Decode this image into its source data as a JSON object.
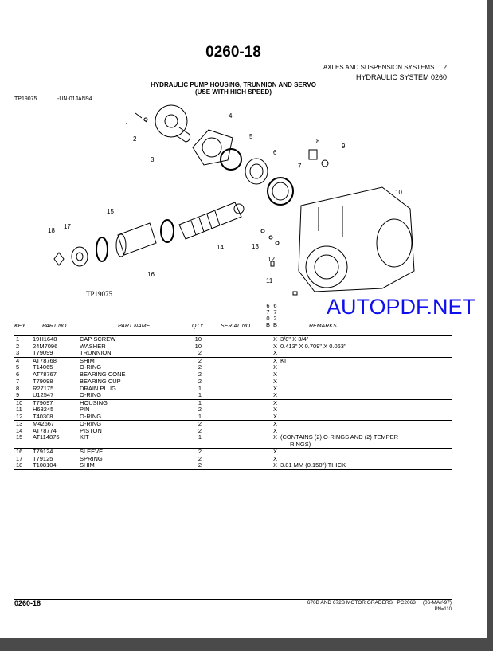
{
  "header": {
    "page_number": "0260-18",
    "section": "AXLES AND SUSPENSION SYSTEMS     2",
    "subsection": "HYDRAULIC SYSTEM 0260"
  },
  "diagram": {
    "title_line1": "HYDRAULIC PUMP HOUSING, TRUNNION AND SERVO",
    "title_line2": "(USE WITH HIGH SPEED)",
    "ref": "TP19075",
    "ref_date": "-UN-01JAN94",
    "label": "TP19075",
    "callouts": [
      "1",
      "2",
      "3",
      "4",
      "5",
      "6",
      "7",
      "8",
      "9",
      "10",
      "11",
      "12",
      "13",
      "14",
      "15",
      "16",
      "17",
      "18"
    ]
  },
  "watermark": "AUTOPDF.NET",
  "table": {
    "headers": {
      "key": "KEY",
      "part_no": "PART NO.",
      "part_name": "PART NAME",
      "qty": "QTY",
      "serial": "SERIAL NO.",
      "remarks": "REMARKS"
    },
    "serial_cols": [
      [
        "6",
        "7",
        "0",
        "B"
      ],
      [
        "6",
        "7",
        "2",
        "B"
      ]
    ],
    "rows": [
      {
        "key": "1",
        "part_no": "19H1648",
        "name": "CAP SCREW",
        "qty": "10",
        "x": "X",
        "remarks": "3/8\" X 3/4\""
      },
      {
        "key": "2",
        "part_no": "24M7096",
        "name": "WASHER",
        "qty": "10",
        "x": "X",
        "remarks": "0.413\" X 0.709\" X 0.063\""
      },
      {
        "key": "3",
        "part_no": "T79099",
        "name": "TRUNNION",
        "qty": "2",
        "x": "X",
        "remarks": ""
      },
      {
        "key": "4",
        "part_no": "AT78768",
        "name": "SHIM",
        "qty": "2",
        "x": "X",
        "remarks": "KIT"
      },
      {
        "key": "5",
        "part_no": "T14065",
        "name": "O-RING",
        "qty": "2",
        "x": "X",
        "remarks": ""
      },
      {
        "key": "6",
        "part_no": "AT78767",
        "name": "BEARING CONE",
        "qty": "2",
        "x": "X",
        "remarks": ""
      },
      {
        "key": "7",
        "part_no": "T79098",
        "name": "BEARING CUP",
        "qty": "2",
        "x": "X",
        "remarks": ""
      },
      {
        "key": "8",
        "part_no": "R27175",
        "name": "DRAIN PLUG",
        "qty": "1",
        "x": "X",
        "remarks": ""
      },
      {
        "key": "9",
        "part_no": "U12547",
        "name": "O-RING",
        "qty": "1",
        "x": "X",
        "remarks": ""
      },
      {
        "key": "10",
        "part_no": "T79097",
        "name": "HOUSING",
        "qty": "1",
        "x": "X",
        "remarks": ""
      },
      {
        "key": "11",
        "part_no": "H63245",
        "name": "PIN",
        "qty": "2",
        "x": "X",
        "remarks": ""
      },
      {
        "key": "12",
        "part_no": "T40308",
        "name": "O-RING",
        "qty": "1",
        "x": "X",
        "remarks": ""
      },
      {
        "key": "13",
        "part_no": "M42667",
        "name": "O-RING",
        "qty": "2",
        "x": "X",
        "remarks": ""
      },
      {
        "key": "14",
        "part_no": "AT78774",
        "name": "PISTON",
        "qty": "2",
        "x": "X",
        "remarks": ""
      },
      {
        "key": "15",
        "part_no": "AT114875",
        "name": "KIT",
        "qty": "1",
        "x": "X",
        "remarks": "(CONTAINS (2) O-RINGS AND (2) TEMPER",
        "remarks2": "RINGS)"
      },
      {
        "key": "16",
        "part_no": "T79124",
        "name": "SLEEVE",
        "qty": "2",
        "x": "X",
        "remarks": ""
      },
      {
        "key": "17",
        "part_no": "T79125",
        "name": "SPRING",
        "qty": "2",
        "x": "X",
        "remarks": ""
      },
      {
        "key": "18",
        "part_no": "T108104",
        "name": "SHIM",
        "qty": "2",
        "x": "X",
        "remarks": "3.81 MM (0.150\") THICK"
      }
    ]
  },
  "footer": {
    "page_number": "0260-18",
    "manual": "670B AND 672B MOTOR GRADERS   PC2063     (06-MAY-97)",
    "pn": "PN=110"
  }
}
